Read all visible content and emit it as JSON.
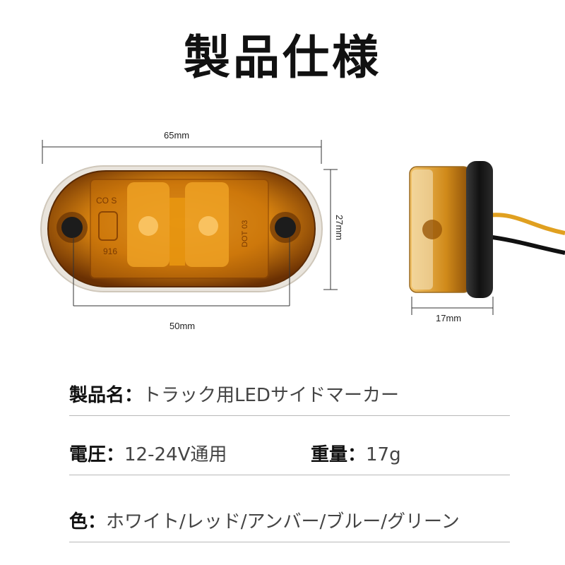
{
  "title": "製品仕様",
  "dimensions": {
    "width": "65mm",
    "mount_spacing": "50mm",
    "height": "27mm",
    "depth": "17mm"
  },
  "lens_markings": {
    "left_top": "CO S",
    "left_bottom": "916",
    "right_top": "DOT 03"
  },
  "specs": {
    "product_name": {
      "label": "製品名：",
      "value": "トラック用LEDサイドマーカー"
    },
    "voltage": {
      "label": "電圧：",
      "value": "12-24V通用"
    },
    "weight": {
      "label": "重量：",
      "value": "17g"
    },
    "color": {
      "label": "色：",
      "value": "ホワイト/レッド/アンバー/ブルー/グリーン"
    }
  },
  "colors": {
    "amber": "#e08a10",
    "amber_dark": "#7a3e04",
    "housing": "#2a2a2a",
    "wire_yellow": "#e0a020",
    "divider": "#b8b8b8"
  }
}
